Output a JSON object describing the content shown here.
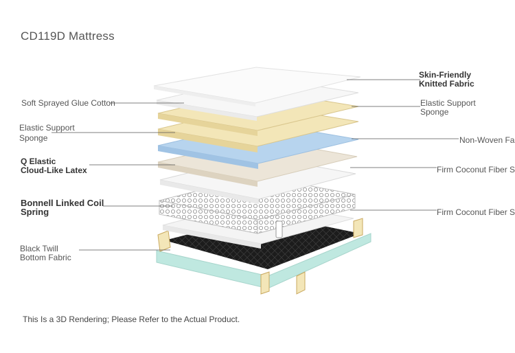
{
  "title": "CD119D Mattress",
  "labels": {
    "skin_friendly": [
      "Skin-Friendly",
      "Knitted Fabric"
    ],
    "elastic_right": [
      "Elastic Support",
      "Sponge"
    ],
    "non_woven": "Non-Woven Fab",
    "coconut_1": "Firm Coconut Fiber Su",
    "coconut_2": "Firm Coconut Fiber Su",
    "soft_sprayed": "Soft Sprayed Glue Cotton",
    "elastic_left": [
      "Elastic Support",
      "Sponge"
    ],
    "latex": [
      "Q Elastic",
      "Cloud-Like Latex"
    ],
    "bonnell": [
      "Bonnell Linked Coil",
      "Spring"
    ],
    "black_twill": [
      "Black Twill",
      "Bottom Fabric"
    ]
  },
  "note": "This Is a 3D Rendering; Please Refer to the Actual Product.",
  "colors": {
    "white_layer": "#f6f6f6",
    "sponge": "#f3e6b8",
    "blue_latex": "#b7d4ee",
    "latex": "#ece5d8",
    "mint": "#bfe8e0",
    "black_fabric": "#1c1c1c"
  }
}
